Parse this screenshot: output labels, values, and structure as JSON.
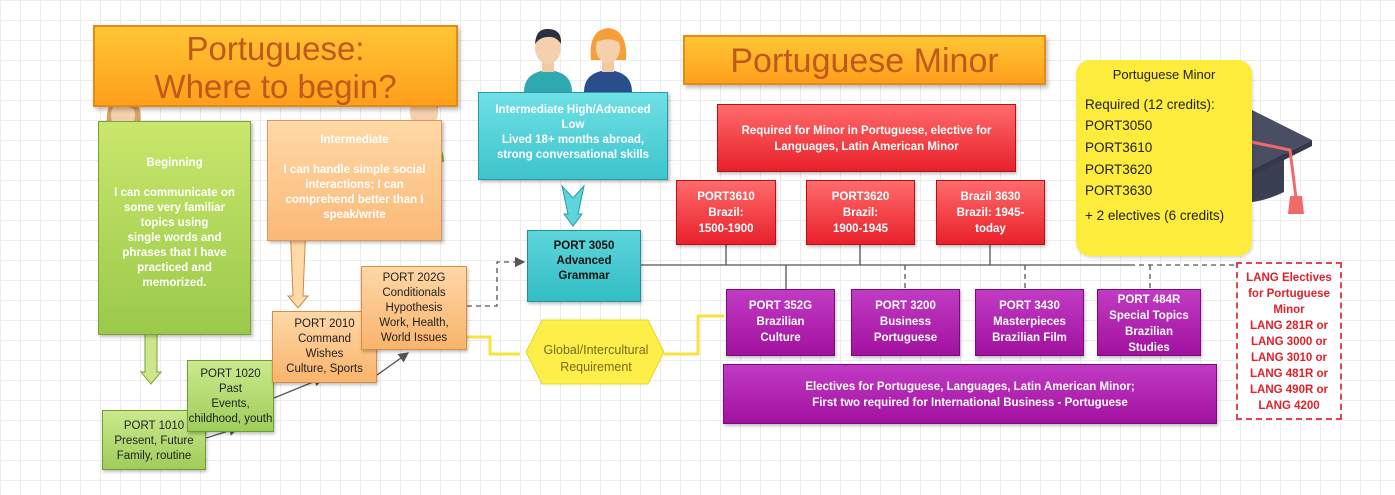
{
  "titles": {
    "left": "Portuguese:\nWhere to begin?",
    "right": "Portuguese Minor"
  },
  "levels": {
    "beginning": "Beginning\n\nI can communicate on\nsome very familiar\ntopics using\nsingle words and\nphrases that I have\npracticed and\nmemorized.",
    "intermediate": "Intermediate\n\nI can handle simple social\ninteractions; I can\ncomprehend better than I\nspeak/write",
    "advanced": "Intermediate High/Advanced\nLow\nLived 18+ months abroad,\nstrong conversational skills"
  },
  "steps": {
    "port1010": "PORT 1010\nPresent, Future\nFamily, routine",
    "port1020": "PORT 1020\nPast\nEvents,\nchildhood, youth",
    "port2010": "PORT 2010\nCommand\nWishes\nCulture, Sports",
    "port202g": "PORT 202G\nConditionals\nHypothesis\nWork, Health,\nWorld Issues"
  },
  "port3050": "PORT 3050\nAdvanced\nGrammar",
  "global_req": "Global/Intercultural\nRequirement",
  "required_header": "Required for Minor in Portuguese, elective for\nLanguages, Latin American Minor",
  "required": {
    "port3610": "PORT3610\nBrazil:\n1500-1900",
    "port3620": "PORT3620\nBrazil:\n1900-1945",
    "port3630": "Brazil 3630\nBrazil: 1945-\ntoday"
  },
  "electives": {
    "port352g": "PORT 352G\nBrazilian\nCulture",
    "port3200": "PORT 3200\nBusiness\nPortuguese",
    "port3430": "PORT 3430\nMasterpieces\nBrazilian Film",
    "port484r": "PORT 484R\nSpecial Topics\nBrazilian\nStudies",
    "footer": "Electives for Portuguese, Languages, Latin American Minor;\nFirst two required for International Business - Portuguese"
  },
  "minor_card": {
    "title": "Portuguese Minor",
    "required": "Required (12 credits):",
    "courses": [
      "PORT3050",
      "PORT3610",
      "PORT3620",
      "PORT3630"
    ],
    "electives": "+ 2 electives (6 credits)"
  },
  "lang_electives": "LANG Electives\nfor Portuguese\nMinor\nLANG 281R or\nLANG 3000 or\nLANG 3010 or\nLANG 481R or\nLANG 490R or\nLANG 4200",
  "colors": {
    "green": "#9bc94a",
    "orange": "#fbb877",
    "cyan": "#3ec4cc",
    "red": "#e8202a",
    "purple": "#a1119f",
    "yellow": "#fdec3c"
  }
}
